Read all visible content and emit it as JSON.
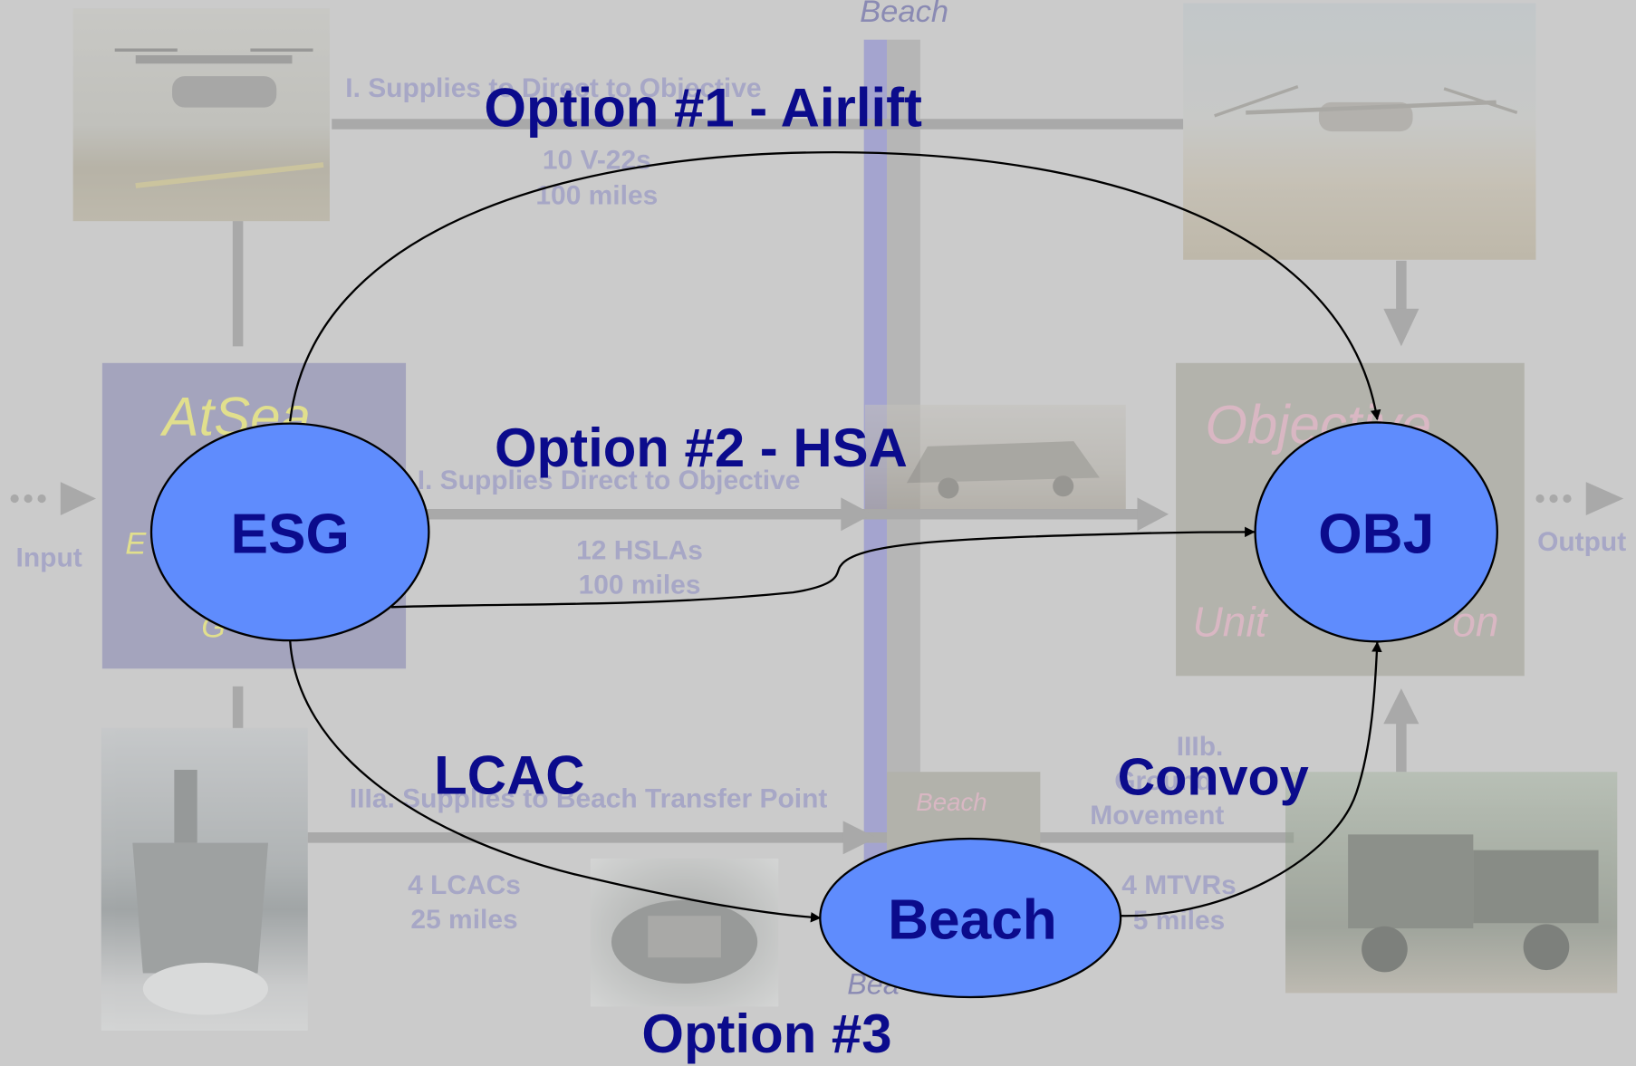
{
  "background": {
    "beach_top": "Beach",
    "beach_bottom": "Bea",
    "atsea_title": "AtSea",
    "atsea_frag_1": "E",
    "atsea_frag_2": "G",
    "objective_title": "Objective",
    "objective_frag_1": "Unit",
    "objective_frag_2": "on",
    "beach_box_label": "Beach",
    "input_label": "Input",
    "output_label": "Output",
    "route_1_title": "I. Supplies to Direct to Objective",
    "route_1_detail_1": "10 V-22s",
    "route_1_detail_2": "100 miles",
    "route_2_title": "I. Supplies Direct to Objective",
    "route_2_detail_1": "12 HSLAs",
    "route_2_detail_2": "100 miles",
    "route_3a_title": "IIIa. Supplies to Beach Transfer Point",
    "route_3a_detail_1": "4 LCACs",
    "route_3a_detail_2": "25 miles",
    "route_3b_title_1": "IIIb.",
    "route_3b_title_2": "Ground",
    "route_3b_title_3": "Movement",
    "route_3b_detail_1": "4 MTVRs",
    "route_3b_detail_2": "5 miles"
  },
  "nodes": {
    "esg": "ESG",
    "obj": "OBJ",
    "beach": "Beach"
  },
  "options": {
    "option_1": "Option #1 - Airlift",
    "option_2": "Option #2 - HSA",
    "option_3": "Option #3",
    "lcac": "LCAC",
    "convoy": "Convoy"
  },
  "colors": {
    "background": "#cbcbcb",
    "node_fill": "#5f8cfd",
    "node_text": "#0b0b8c",
    "option_text": "#0b0b8c",
    "faded_text": "#a7a7c6",
    "beach_band": "#a4a4cf"
  }
}
